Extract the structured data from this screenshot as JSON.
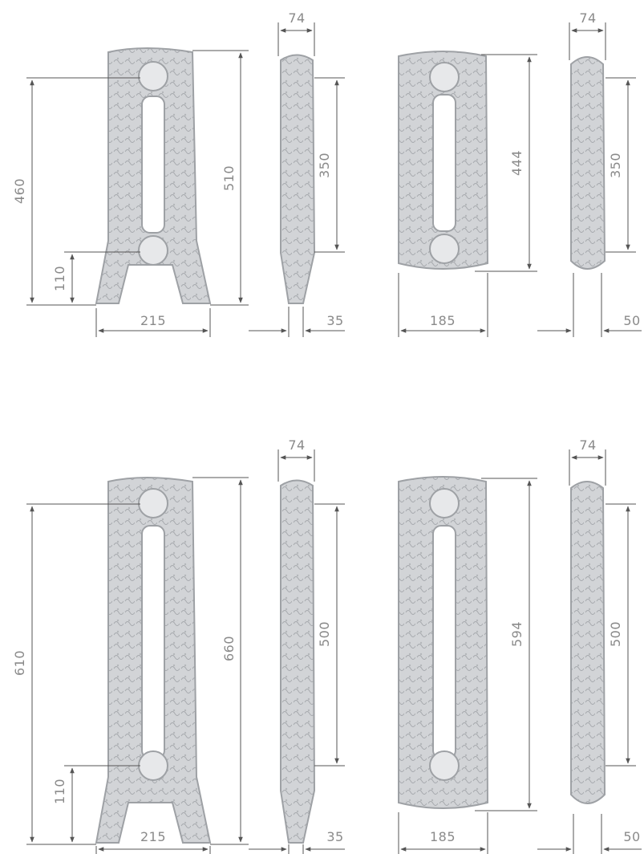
{
  "colors": {
    "line": "#555555",
    "label": "#8a8a8a",
    "radiator_fill": "#cfd1d4",
    "radiator_stroke": "#9ea1a5",
    "radiator_slot": "#ffffff"
  },
  "top_row": {
    "front_legs": {
      "height": "510",
      "axis": "460",
      "bottom_axis": "110",
      "width": "215"
    },
    "side_legs": {
      "depth": "74",
      "axis": "350",
      "foot": "35"
    },
    "front_plain": {
      "height": "444",
      "width": "185"
    },
    "side_plain": {
      "depth": "74",
      "axis": "350",
      "wall": "50"
    }
  },
  "bottom_row": {
    "front_legs": {
      "height": "660",
      "axis": "610",
      "bottom_axis": "110",
      "width": "215"
    },
    "side_legs": {
      "depth": "74",
      "axis": "500",
      "foot": "35"
    },
    "front_plain": {
      "height": "594",
      "width": "185"
    },
    "side_plain": {
      "depth": "74",
      "axis": "500",
      "wall": "50"
    }
  }
}
